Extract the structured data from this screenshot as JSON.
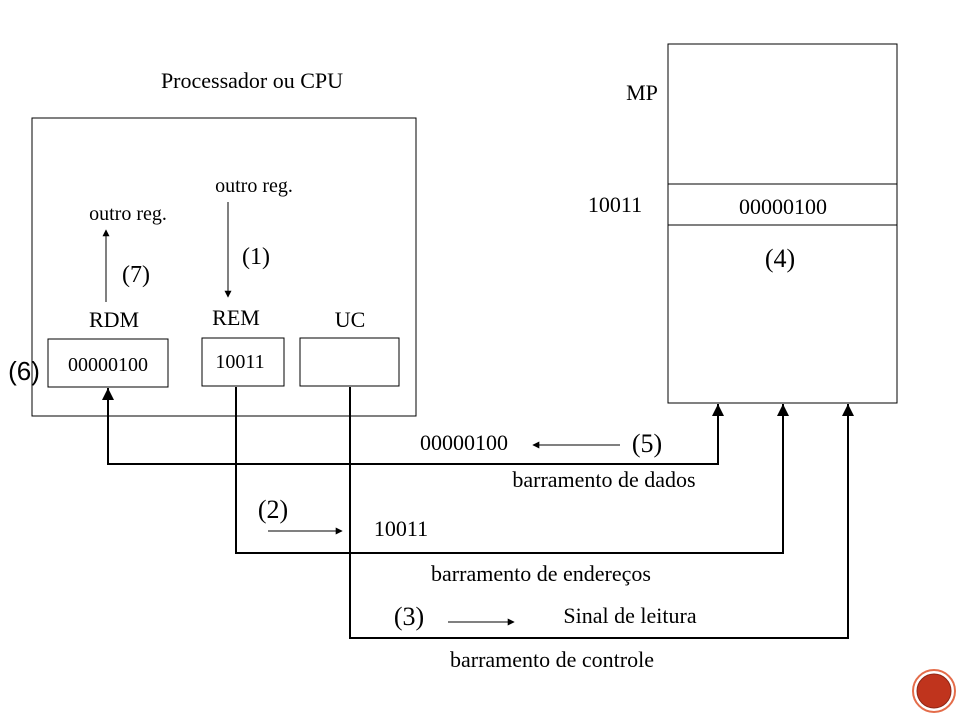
{
  "cpu": {
    "title": "Processador ou CPU",
    "outro_reg_left": "outro reg.",
    "outro_reg_right": "outro reg.",
    "step7": "(7)",
    "step1": "(1)",
    "step6": "(6)",
    "rdm": {
      "label": "RDM",
      "value": "00000100"
    },
    "rem": {
      "label": "REM",
      "value": "10011"
    },
    "uc": {
      "label": "UC",
      "value": ""
    }
  },
  "memory": {
    "title": "MP",
    "address": "10011",
    "cell_value": "00000100",
    "step4": "(4)"
  },
  "buses": {
    "data": {
      "label": "barramento de dados",
      "value": "00000100",
      "step": "(5)"
    },
    "address": {
      "label": "barramento de endereços",
      "value": "10011",
      "step": "(2)"
    },
    "control": {
      "label": "barramento de controle",
      "value": "Sinal de leitura",
      "step": "(3)"
    }
  },
  "colors": {
    "nav_button": "#c0341d",
    "nav_ring": "#e46c4a"
  },
  "nav_icon": "circle-button-icon"
}
